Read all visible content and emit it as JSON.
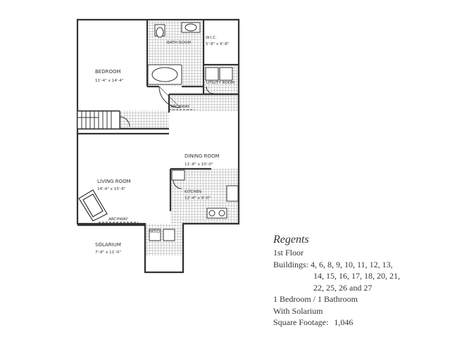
{
  "plan": {
    "rooms": [
      {
        "id": "bedroom",
        "name": "BEDROOM",
        "dims": "11'-4\" x 14'-4\""
      },
      {
        "id": "bath",
        "name": "BATH ROOM",
        "dims": ""
      },
      {
        "id": "wic",
        "name": "W.I.C.",
        "dims": "5'-8\" x 6'-8\""
      },
      {
        "id": "utility",
        "name": "UTILITY ROOM",
        "dims": ""
      },
      {
        "id": "archway-top",
        "name": "ARCHWAY",
        "dims": ""
      },
      {
        "id": "dining",
        "name": "DINING ROOM",
        "dims": "11'-8\" x 10'-0\""
      },
      {
        "id": "living",
        "name": "LIVING ROOM",
        "dims": "14'-4\" x 15'-6\""
      },
      {
        "id": "kitchen",
        "name": "KITCHEN",
        "dims": "12'-4\" x 9'-0\""
      },
      {
        "id": "archway-bottom",
        "name": "ARCHWAY",
        "dims": ""
      },
      {
        "id": "solarium",
        "name": "SOLARIUM",
        "dims": "7'-8\" x 11'-0\""
      },
      {
        "id": "patio",
        "name": "PATIO",
        "dims": ""
      }
    ]
  },
  "legend": {
    "title": "Regents",
    "floor": "1st Floor",
    "buildings_label": "Buildings:",
    "buildings_line1": "4, 6, 8, 9, 10, 11, 12, 13,",
    "buildings_line2": "14, 15, 16, 17, 18, 20, 21,",
    "buildings_line3": "22, 25, 26 and 27",
    "bed_bath": "1 Bedroom / 1 Bathroom",
    "extra": "With Solarium",
    "sqft_label": "Square Footage:",
    "sqft_value": "1,046"
  },
  "colors": {
    "line": "#333333",
    "tile": "#9a9a9a",
    "text": "#333333"
  }
}
